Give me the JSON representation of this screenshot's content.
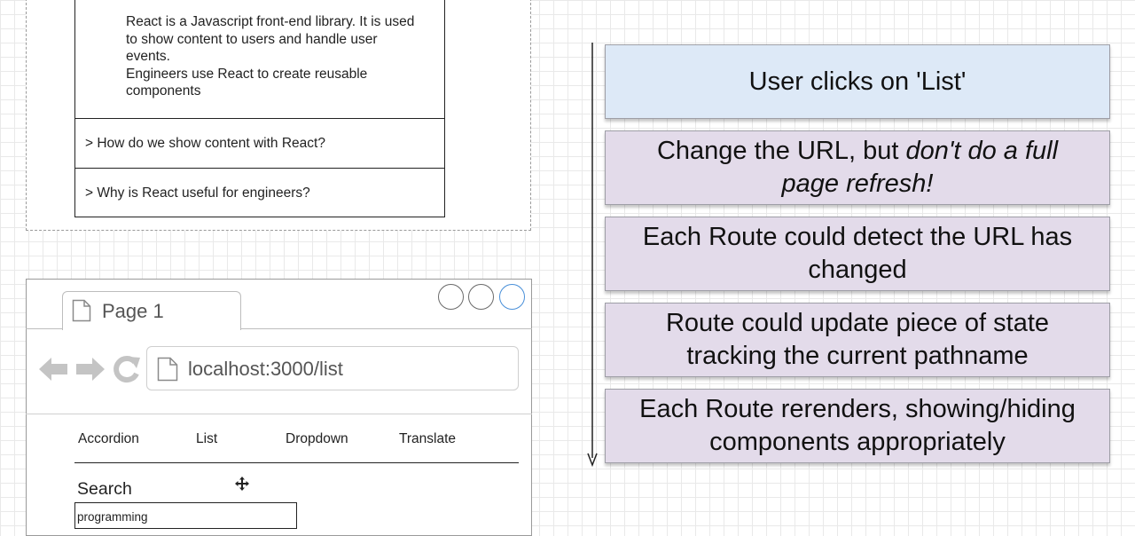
{
  "accordion": {
    "content_lines": [
      "React is a Javascript front-end library. It is used",
      "to show content to users and handle user",
      "events.",
      "Engineers use React to create reusable",
      "components"
    ],
    "items": [
      "> How do we show content with React?",
      "> Why is React useful for engineers?"
    ]
  },
  "browser": {
    "tab_title": "Page 1",
    "url": "localhost:3000/list",
    "nav_items": [
      "Accordion",
      "List",
      "Dropdown",
      "Translate"
    ],
    "search_label": "Search",
    "search_value": "programming"
  },
  "flow": {
    "steps": [
      {
        "text_plain": "User clicks on 'List'",
        "color": "#dde9f7"
      },
      {
        "text_plain": "Change the URL, but ",
        "text_em": "don't do a full page refresh!",
        "color": "#e3dbea"
      },
      {
        "text_plain": "Each Route could detect the URL has changed",
        "color": "#e3dbea"
      },
      {
        "text_plain": "Route could update piece of state tracking the current pathname",
        "color": "#e3dbea"
      },
      {
        "text_plain": "Each Route rerenders, showing/hiding components appropriately",
        "color": "#e3dbea"
      }
    ]
  },
  "colors": {
    "window_circle_border": "#6b6b6b",
    "window_circle_active": "#4a90d9",
    "nav_icon": "#c4c4c4"
  },
  "icons": {
    "tab": "page-icon",
    "back": "back-arrow-icon",
    "forward": "forward-arrow-icon",
    "reload": "reload-icon",
    "url": "page-icon",
    "cursor": "move-cursor-icon"
  }
}
